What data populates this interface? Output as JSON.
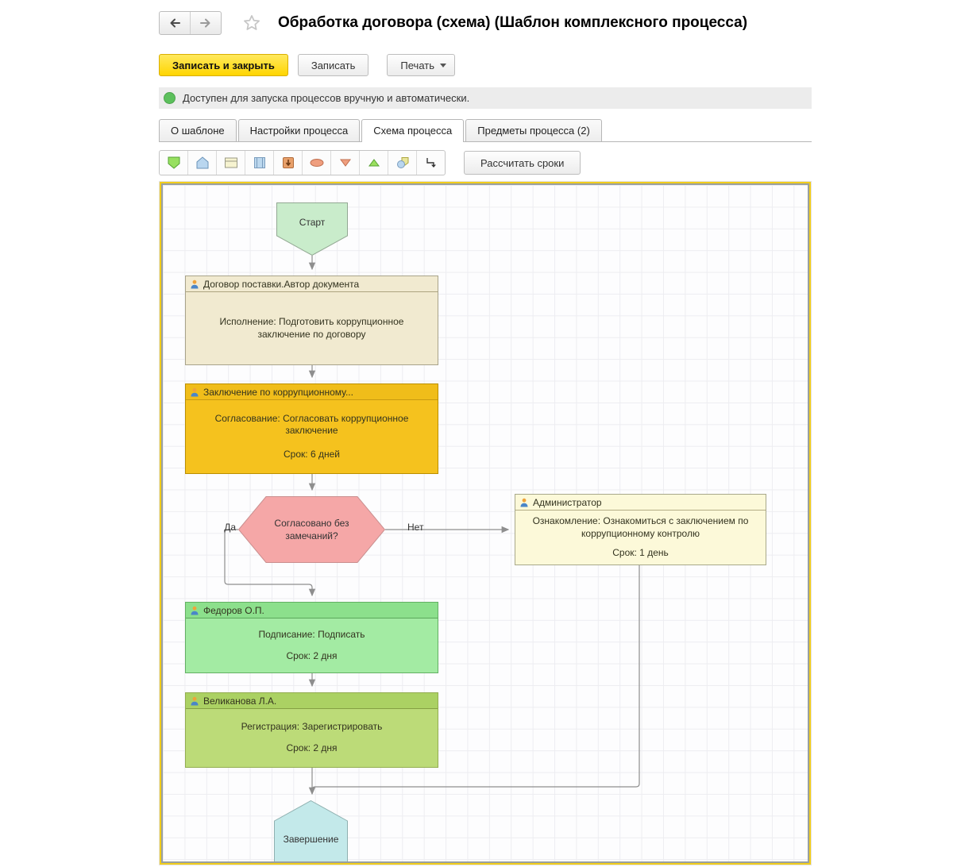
{
  "header": {
    "title": "Обработка договора (схема) (Шаблон комплексного процесса)"
  },
  "actions": {
    "save_and_close": "Записать и закрыть",
    "save": "Записать",
    "print": "Печать"
  },
  "status_bar": {
    "message": "Доступен для запуска процессов вручную и автоматически."
  },
  "tabs": [
    {
      "label": "О шаблоне",
      "active": false
    },
    {
      "label": "Настройки процесса",
      "active": false
    },
    {
      "label": "Схема процесса",
      "active": true
    },
    {
      "label": "Предметы процесса (2)",
      "active": false
    }
  ],
  "schema_toolbar": {
    "shape_icons": [
      "start-shape-icon",
      "finish-shape-icon",
      "action-shape-icon",
      "subprocess-shape-icon",
      "embedded-process-shape-icon",
      "condition-shape-icon",
      "split-shape-icon",
      "merge-shape-icon",
      "processing-shape-icon",
      "connector-line-icon"
    ],
    "calculate_terms": "Рассчитать сроки"
  },
  "diagram": {
    "start": {
      "label": "Старт"
    },
    "finish": {
      "label": "Завершение"
    },
    "decision": {
      "question": "Согласовано без замечаний?",
      "yes_label": "Да",
      "no_label": "Нет"
    },
    "tasks": [
      {
        "assignee": "Договор поставки.Автор документа",
        "action": "Исполнение: Подготовить коррупционное заключение по договору",
        "term": ""
      },
      {
        "assignee": "Заключение по коррупционному...",
        "action": "Согласование: Согласовать коррупционное заключение",
        "term": "Срок: 6 дней"
      },
      {
        "assignee": "Администратор",
        "action": "Ознакомление: Ознакомиться с заключением по коррупционному контролю",
        "term": "Срок: 1 день"
      },
      {
        "assignee": "Федоров О.П.",
        "action": "Подписание: Подписать",
        "term": "Срок: 2 дня"
      },
      {
        "assignee": "Великанова Л.А.",
        "action": "Регистрация: Зарегистрировать",
        "term": "Срок: 2 дня"
      }
    ]
  },
  "colors": {
    "primary_button_yellow": "#ffd800",
    "status_green": "#5cc05c",
    "canvas_border_gold": "#f2cd1b",
    "node_start_fill": "#c9eccb",
    "node_action_fill": "#f1ead0",
    "node_agreement_fill": "#f5c21e",
    "node_condition_fill": "#f5a7a7",
    "node_review_fill": "#fcf9d9",
    "node_signing_fill": "#a3eba3",
    "node_registration_fill": "#bcdb78",
    "node_finish_fill": "#c3e9ea",
    "connector_gray": "#8e8e8e"
  }
}
